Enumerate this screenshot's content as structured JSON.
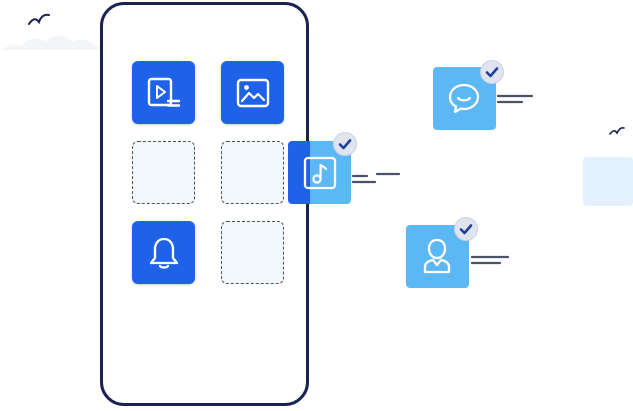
{
  "illustration": {
    "palette": {
      "phone_outline": "#1c2250",
      "tile_blue": "#1f62e8",
      "tile_light_blue": "#5cb8f5",
      "tile_empty": "#f2f7fb",
      "badge_bg": "#dfe4ee",
      "check": "#1f3f9a",
      "speed_lines": "#4b5266",
      "pale_card": "#e2f1fd"
    },
    "phone_grid": [
      {
        "name": "video-app-tile",
        "icon": "play-video-icon",
        "state": "filled"
      },
      {
        "name": "gallery-app-tile",
        "icon": "image-icon",
        "state": "filled"
      },
      {
        "name": "empty-slot-1",
        "icon": "",
        "state": "empty"
      },
      {
        "name": "empty-slot-2",
        "icon": "",
        "state": "empty"
      },
      {
        "name": "notification-app-tile",
        "icon": "bell-icon",
        "state": "filled"
      },
      {
        "name": "empty-slot-3",
        "icon": "",
        "state": "empty"
      }
    ],
    "floating_apps": [
      {
        "name": "music-app-card",
        "icon": "music-note-icon",
        "installed": true
      },
      {
        "name": "chat-app-card",
        "icon": "chat-bubble-icon",
        "installed": true
      },
      {
        "name": "contact-app-card",
        "icon": "user-icon",
        "installed": true
      }
    ],
    "decorations": [
      "bird-icon",
      "bird-icon",
      "cloud"
    ]
  }
}
